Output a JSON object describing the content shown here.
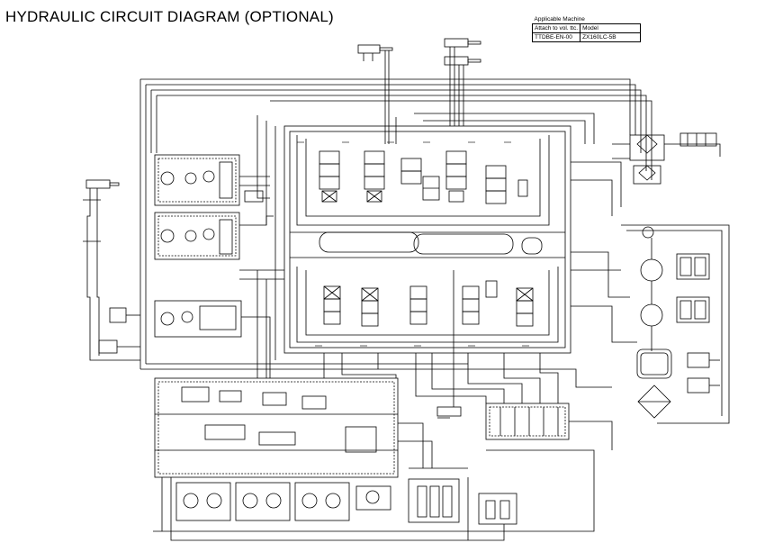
{
  "title": "HYDRAULIC CIRCUIT DIAGRAM (OPTIONAL)",
  "machine_table": {
    "header": "Applicable Machine",
    "row1": [
      "Attach to vol. ttc.",
      "Model"
    ],
    "row2": [
      "TTDBE-EN-00",
      "ZX160LC-5B"
    ]
  }
}
